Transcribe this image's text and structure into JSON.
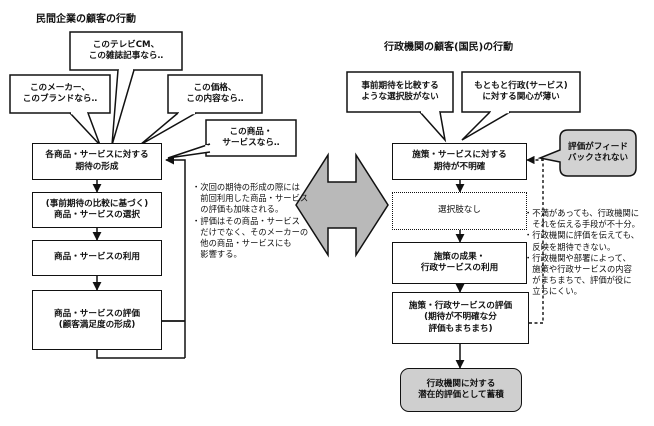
{
  "left": {
    "title": "民間企業の顧客の行動",
    "bubbles": [
      "このメーカー、\nこのブランドなら‥",
      "このテレビCM、\nこの雑誌記事なら‥",
      "この価格、\nこの内容なら‥",
      "この商品・\nサービスなら‥"
    ],
    "boxes": [
      "各商品・サービスに対する\n期待の形成",
      "(事前期待の比較に基づく)\n商品・サービスの選択",
      "商品・サービスの利用",
      "商品・サービスの評価\n(顧客満足度の形成)"
    ],
    "note": "・次回の期待の形成の際には\n　前回利用した商品・サービス\n　の評価も加味される。\n・評価はその商品・サービス\n　だけでなく、そのメーカーの\n　他の商品・サービスにも\n　影響する。"
  },
  "right": {
    "title": "行政機関の顧客(国民)の行動",
    "bubbles": [
      "事前期待を比較する\nような選択肢がない",
      "もともと行政(サービス)\nに対する関心が薄い",
      "評価がフィード\nバックされない"
    ],
    "boxes": [
      "施策・サービスに対する\n期待が不明確",
      "選択肢なし",
      "施策の成果・\n行政サービスの利用",
      "施策・行政サービスの評価\n(期待が不明確な分\n評価もまちまち)"
    ],
    "final_box": "行政機関に対する\n潜在的評価として蓄積",
    "note": "・不満があっても、行政機関に\n　それを伝える手段が不十分。\n・行政機関に評価を伝えても、\n　反映を期待できない。\n・行政機関や部署によって、\n　施策や行政サービスの内容\n　がまちまちで、評価が役に\n　立ちにくい。"
  },
  "colors": {
    "ink": "#111111",
    "final_fill": "#cfcfcf",
    "bubble_fill": "#d2d2d2",
    "arrow_fill": "#b9b9b9"
  }
}
